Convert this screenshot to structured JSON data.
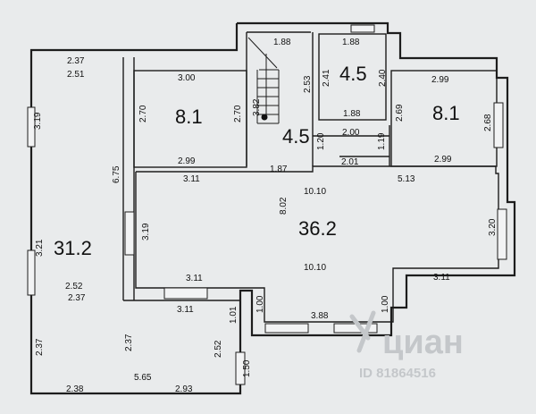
{
  "rooms": {
    "left_hall_area": "31.2",
    "upper_left_room_area": "8.1",
    "stair_area": "4.5",
    "small_room_area": "4.5",
    "upper_right_room_area": "8.1",
    "main_hall_area": "36.2"
  },
  "dims": {
    "d_2_37_top": "2.37",
    "d_2_51": "2.51",
    "d_3_19_left": "3.19",
    "d_3_21": "3.21",
    "d_2_52_mid": "2.52",
    "d_2_37_mid": "2.37",
    "d_2_37_bl": "2.37",
    "d_2_37_bm": "2.37",
    "d_2_52_br": "2.52",
    "d_2_38": "2.38",
    "d_5_65": "5.65",
    "d_2_93": "2.93",
    "d_6_75": "6.75",
    "d_3_00": "3.00",
    "d_2_70_a": "2.70",
    "d_2_70_b": "2.70",
    "d_2_99_a": "2.99",
    "d_3_11_a": "3.11",
    "d_1_88_stair": "1.88",
    "d_2_53": "2.53",
    "d_3_82": "3.82",
    "d_1_87": "1.87",
    "d_1_88_s1": "1.88",
    "d_2_41": "2.41",
    "d_2_40": "2.40",
    "d_1_88_s2": "1.88",
    "d_2_00": "2.00",
    "d_1_20": "1.20",
    "d_1_19": "1.19",
    "d_2_01": "2.01",
    "d_2_99_r1": "2.99",
    "d_2_69": "2.69",
    "d_2_68": "2.68",
    "d_2_99_r2": "2.99",
    "d_5_13": "5.13",
    "d_8_02": "8.02",
    "d_10_10_a": "10.10",
    "d_3_19_hall": "3.19",
    "d_3_20": "3.20",
    "d_10_10_b": "10.10",
    "d_3_11_b": "3.11",
    "d_3_11_c": "3.11",
    "d_3_11_r": "3.11",
    "d_1_00_a": "1.00",
    "d_3_88": "3.88",
    "d_1_00_b": "1.00",
    "d_1_01": "1.01",
    "d_1_50": "1.50"
  },
  "watermark": {
    "brand": "циан",
    "id": "ID 81864516"
  }
}
